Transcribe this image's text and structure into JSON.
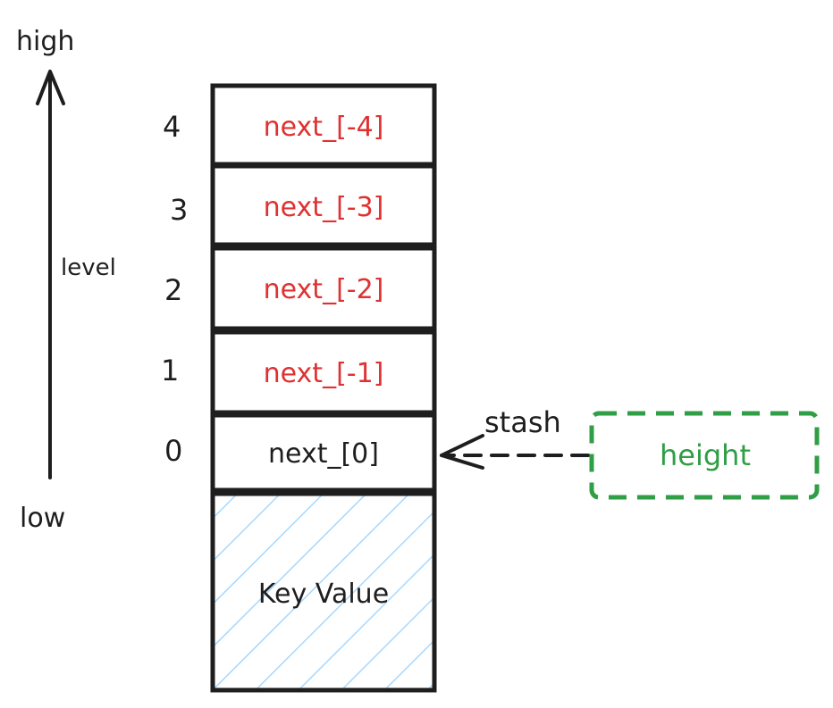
{
  "axis": {
    "top_label": "high",
    "bottom_label": "low",
    "side_label": "level"
  },
  "levels": [
    {
      "level": "4",
      "label": "next_[-4]",
      "color": "#e03131"
    },
    {
      "level": "3",
      "label": "next_[-3]",
      "color": "#e03131"
    },
    {
      "level": "2",
      "label": "next_[-2]",
      "color": "#e03131"
    },
    {
      "level": "1",
      "label": "next_[-1]",
      "color": "#e03131"
    },
    {
      "level": "0",
      "label": "next_[0]",
      "color": "#1e1e1e"
    }
  ],
  "key_value": {
    "label": "Key Value",
    "hatch_color": "#a5d8ff"
  },
  "height_box": {
    "label": "height",
    "color": "#2f9e44"
  },
  "arrow": {
    "label": "stash"
  },
  "colors": {
    "ink": "#1e1e1e",
    "red": "#e03131",
    "green": "#2f9e44",
    "hatch": "#a5d8ff"
  }
}
